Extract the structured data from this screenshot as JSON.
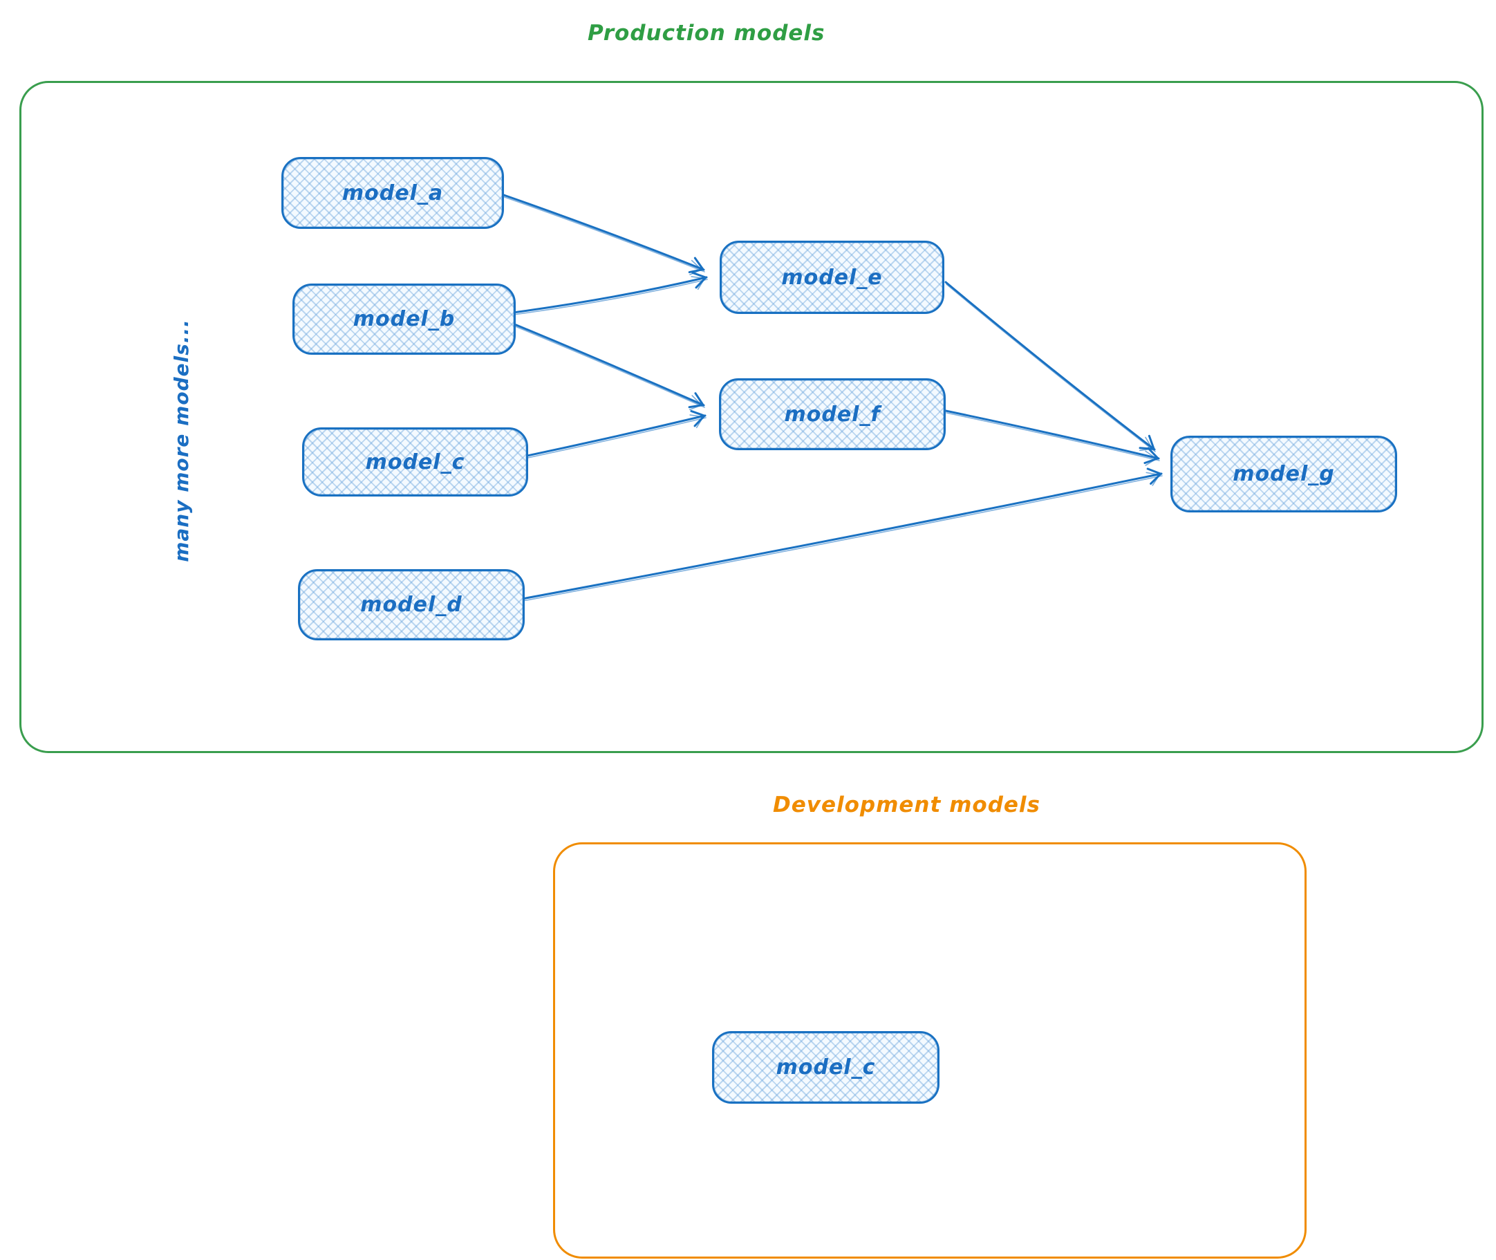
{
  "production": {
    "title": "Production models",
    "side_note": "many more models...",
    "nodes": [
      {
        "id": "model_a",
        "label": "model_a"
      },
      {
        "id": "model_b",
        "label": "model_b"
      },
      {
        "id": "model_c",
        "label": "model_c"
      },
      {
        "id": "model_d",
        "label": "model_d"
      },
      {
        "id": "model_e",
        "label": "model_e"
      },
      {
        "id": "model_f",
        "label": "model_f"
      },
      {
        "id": "model_g",
        "label": "model_g"
      }
    ],
    "edges": [
      {
        "from": "model_a",
        "to": "model_e"
      },
      {
        "from": "model_b",
        "to": "model_e"
      },
      {
        "from": "model_b",
        "to": "model_f"
      },
      {
        "from": "model_c",
        "to": "model_f"
      },
      {
        "from": "model_e",
        "to": "model_g"
      },
      {
        "from": "model_f",
        "to": "model_g"
      },
      {
        "from": "model_d",
        "to": "model_g"
      }
    ]
  },
  "development": {
    "title": "Development models",
    "nodes": [
      {
        "id": "model_c_dev",
        "label": "model_c"
      }
    ]
  },
  "colors": {
    "production_border": "#3a9e4e",
    "production_title": "#2f9e44",
    "development_border": "#f08c00",
    "development_title": "#f08c00",
    "node_border": "#1971c2",
    "node_fill_hatch": "#a5d8ff",
    "node_text": "#1b6ec2",
    "edge_stroke": "#1971c2",
    "background": "#ffffff"
  }
}
